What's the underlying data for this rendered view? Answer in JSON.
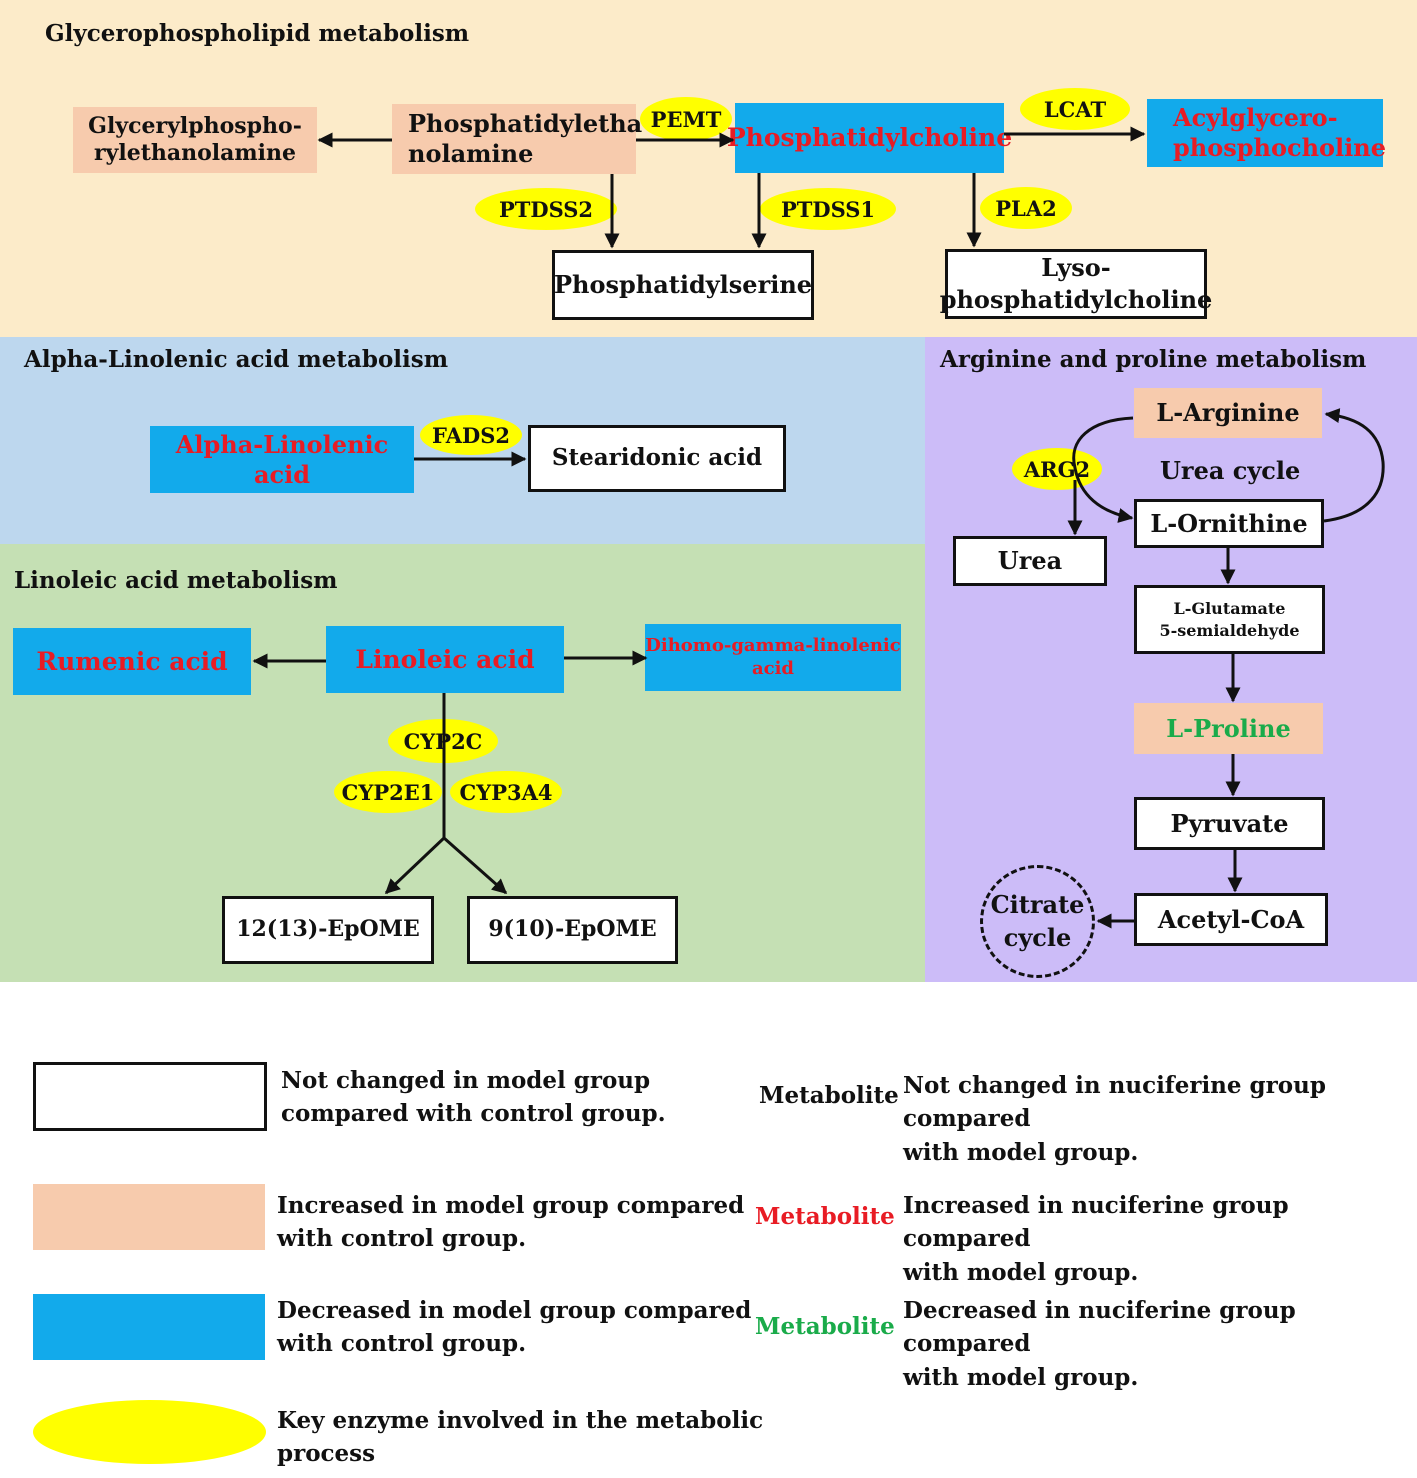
{
  "sections": {
    "glycero": "Glycerophospholipid metabolism",
    "alpha": "Alpha-Linolenic acid metabolism",
    "linoleic": "Linoleic acid  metabolism",
    "arginine": "Arginine and proline metabolism"
  },
  "nodes": {
    "glycerylphospho": "Glycerylphospho-\nrylethanolamine",
    "phosphatidylethanolamine": "Phosphatidyletha-\nnolamine",
    "phosphatidylcholine": "Phosphatidylcholine",
    "acylglycero": "Acylglycero-\nphosphocholine",
    "phosphatidylserine": "Phosphatidylserine",
    "lyso": "Lyso-\nphosphatidylcholine",
    "alpha_linolenic": "Alpha-Linolenic acid",
    "stearidonic": "Stearidonic acid",
    "rumenic": "Rumenic acid",
    "linoleic": "Linoleic acid",
    "dihomo": "Dihomo-gamma-linolenic\nacid",
    "epome12": "12(13)-EpOME",
    "epome9": "9(10)-EpOME",
    "arginine": "L-Arginine",
    "urea_cycle": "Urea cycle",
    "ornithine": "L-Ornithine",
    "urea": "Urea",
    "glutamate": "L-Glutamate\n5-semialdehyde",
    "proline": "L-Proline",
    "pyruvate": "Pyruvate",
    "acetyl": "Acetyl-CoA",
    "citrate": "Citrate\ncycle"
  },
  "enzymes": {
    "pemt": "PEMT",
    "lcat": "LCAT",
    "ptdss2": "PTDSS2",
    "ptdss1": "PTDSS1",
    "pla2": "PLA2",
    "fads2": "FADS2",
    "cyp2c": "CYP2C",
    "cyp2e1": "CYP2E1",
    "cyp3a4": "CYP3A4",
    "arg2": "ARG2"
  },
  "legend": {
    "white_box": "Not changed in model group\ncompared with control group.",
    "salmon_box": "Increased in model group compared\nwith control group.",
    "blue_box": "Decreased in model group compared\nwith control group.",
    "ellipse": "Key enzyme involved in the metabolic\nprocess",
    "metabolite_black": "Metabolite",
    "metabolite_red": "Metabolite",
    "metabolite_green": "Metabolite",
    "black_text": "Not changed in nuciferine group compared\nwith model group.",
    "red_text": "Increased in nuciferine group compared\nwith model group.",
    "green_text": "Decreased in nuciferine group compared\nwith model group."
  },
  "colors": {
    "panel_glycero": "#fcebc9",
    "panel_alpha": "#bdd7ee",
    "panel_linoleic": "#c5e0b4",
    "panel_arginine": "#ccbcf8",
    "increased_model": "#f7cbad",
    "decreased_model": "#12aaeb",
    "enzyme": "#ffff00",
    "increased_nuciferine": "#e81c24",
    "decreased_nuciferine": "#1aab4a"
  }
}
